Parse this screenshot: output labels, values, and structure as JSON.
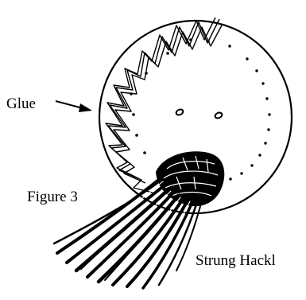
{
  "labels": {
    "glue": "Glue",
    "figure": "Figure 3",
    "strung_hackle": "Strung Hackl"
  },
  "colors": {
    "ink": "#000000",
    "paper": "#ffffff"
  },
  "icons": {
    "glue_pointer": "arrow-right-icon"
  }
}
